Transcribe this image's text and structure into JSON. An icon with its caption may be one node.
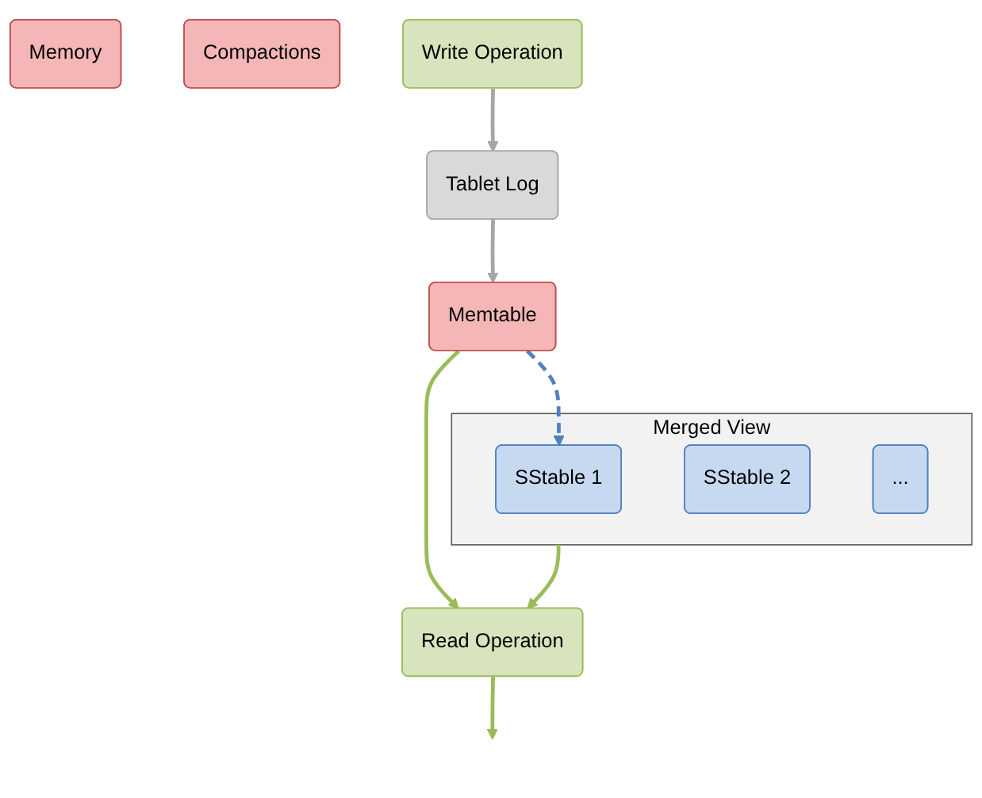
{
  "diagram": {
    "nodes": [
      {
        "text": [
          "Memtable"
        ]
      },
      {
        "text": [
          "Read Operation"
        ]
      },
      {
        "text": [
          "Memory"
        ]
      },
      {
        "text": [
          "Compactions"
        ]
      },
      {
        "text": [
          "Tablet Log"
        ]
      },
      {
        "text": [
          "Merged View"
        ]
      },
      {
        "text": [
          "SStable 1"
        ],
        "in": 5
      },
      {
        "text": [
          "SStable 2"
        ],
        "in": 5
      },
      {
        "text": [
          "..."
        ],
        "in": 5
      },
      {
        "text": [
          "Write Operation"
        ]
      }
    ],
    "edges": [
      {
        "from": 0,
        "to": 1,
        "arrow": "to"
      },
      {
        "from": 1,
        "to": null,
        "arrow": "to"
      },
      {
        "from": 5,
        "to": 1,
        "arrow": "to"
      },
      {
        "from": 4,
        "to": 0,
        "arrow": "to",
        "color": "#a6a6a6"
      },
      {
        "from": 9,
        "to": 4,
        "arrow": "to",
        "color": "#a6a6a6"
      },
      {
        "from": 0,
        "to": 6,
        "arrow": "to",
        "style": "dashed",
        "color": "#4f81bd"
      }
    ]
  }
}
